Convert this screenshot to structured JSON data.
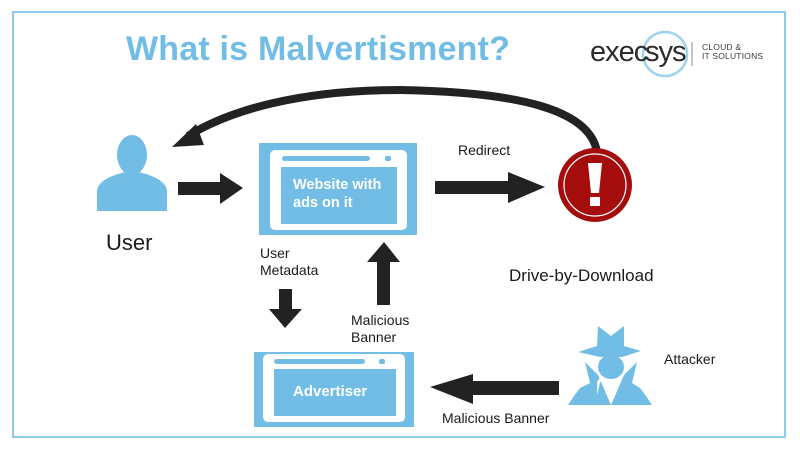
{
  "title": "What is Malvertisment?",
  "logo": {
    "word1": "exec",
    "word2": "sys",
    "tagline_line1": "CLOUD &",
    "tagline_line2": "IT SOLUTIONS"
  },
  "nodes": {
    "user": {
      "label": "User",
      "icon": "user-icon"
    },
    "website": {
      "line1": "Website with",
      "line2": "ads on it",
      "icon": "browser-window-icon"
    },
    "advertiser": {
      "label": "Advertiser",
      "icon": "browser-window-icon"
    },
    "drive_by_download": {
      "label": "Drive-by-Download",
      "icon": "warning-exclamation-icon"
    },
    "attacker": {
      "label": "Attacker",
      "icon": "spy-hat-icon"
    }
  },
  "edges": {
    "redirect": "Redirect",
    "user_metadata_line1": "User",
    "user_metadata_line2": "Metadata",
    "malicious_banner_up_line1": "Malicious",
    "malicious_banner_up_line2": "Banner",
    "malicious_banner_left": "Malicious Banner"
  },
  "colors": {
    "accent_blue": "#72bde6",
    "frame_blue": "#8ecbe8",
    "warning_red": "#a50d0d",
    "arrow_black": "#222222"
  }
}
